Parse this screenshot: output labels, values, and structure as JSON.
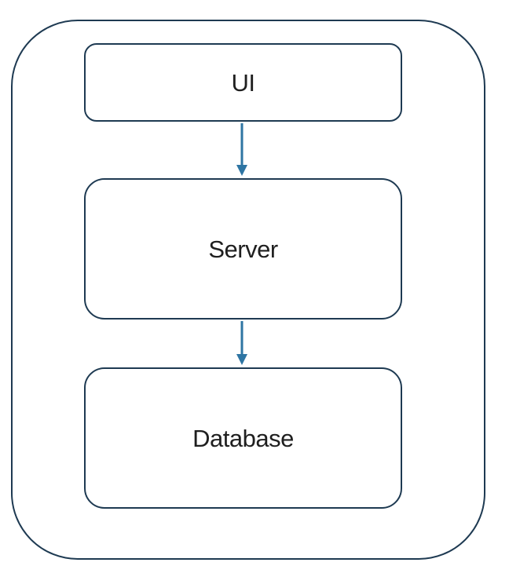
{
  "diagram": {
    "type": "flow-diagram",
    "nodes": [
      {
        "id": "ui",
        "label": "UI"
      },
      {
        "id": "server",
        "label": "Server"
      },
      {
        "id": "database",
        "label": "Database"
      }
    ],
    "edges": [
      {
        "from": "UI",
        "to": "Server",
        "direction": "down"
      },
      {
        "from": "Server",
        "to": "Database",
        "direction": "down"
      }
    ],
    "colors": {
      "shape_border": "#1e3a52",
      "arrow": "#2e75a3",
      "text": "#1f1f1f",
      "background": "#ffffff"
    }
  }
}
